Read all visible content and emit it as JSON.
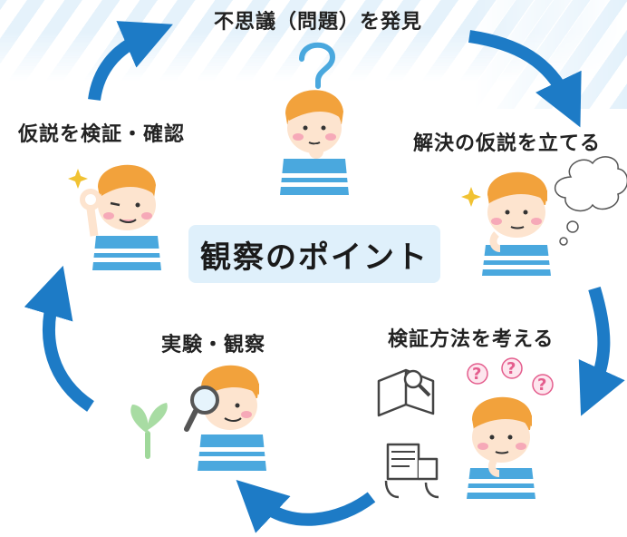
{
  "title": "観察のポイント",
  "steps": [
    {
      "label": "不思議（問題）を発見"
    },
    {
      "label": "解決の仮説を立てる"
    },
    {
      "label": "検証方法を考える"
    },
    {
      "label": "実験・観察"
    },
    {
      "label": "仮説を検証・確認"
    }
  ],
  "colors": {
    "arrow": "#1d7bc6",
    "accent_bg": "#dff0fb",
    "shirt": "#4aa8de",
    "hair": "#f2a23c",
    "skin": "#fde4cf",
    "question": "#e45d8d",
    "sprout": "#8fd18a"
  },
  "icons": [
    "question-mark-icon",
    "thought-bubble-icon",
    "sparkle-icon",
    "magnifying-glass-icon",
    "book-icon",
    "tablet-icon",
    "sprout-icon"
  ]
}
